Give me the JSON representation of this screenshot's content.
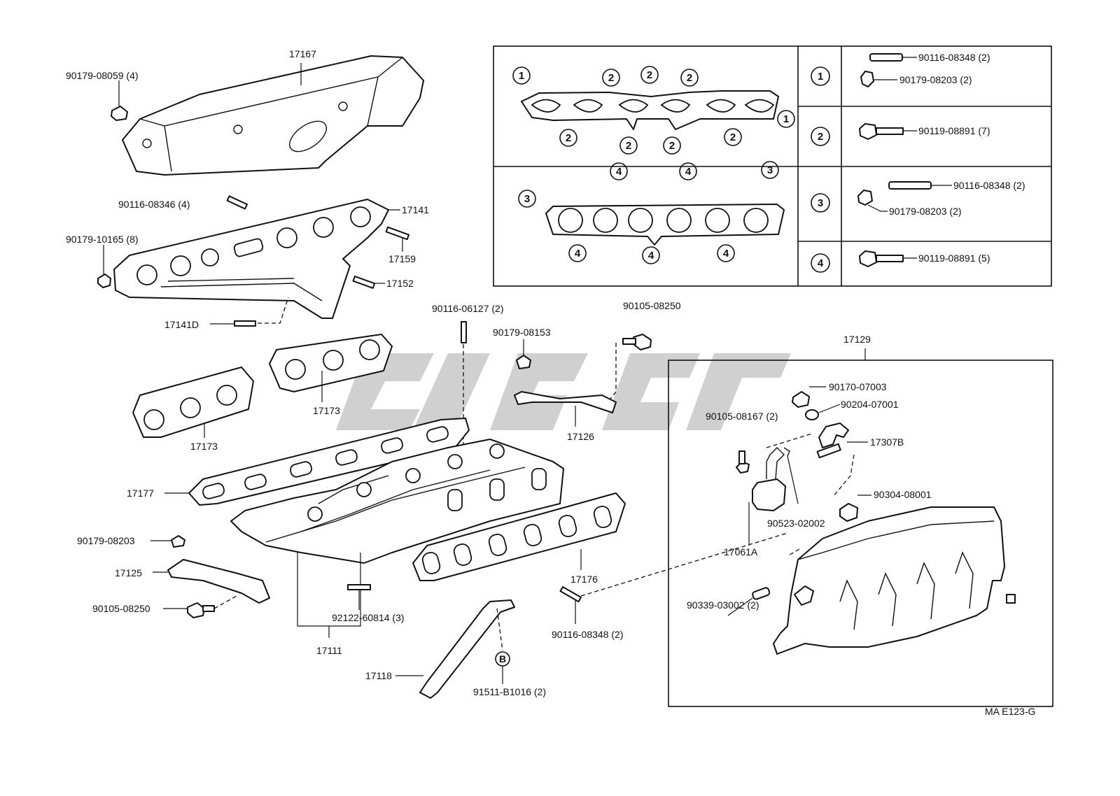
{
  "labels": {
    "p17167": "17167",
    "p90179_08059": "90179-08059 (4)",
    "p90116_08346": "90116-08346 (4)",
    "p17141": "17141",
    "p90179_10165": "90179-10165 (8)",
    "p17159": "17159",
    "p17152": "17152",
    "p17141D": "17141D",
    "p17173a": "17173",
    "p17173b": "17173",
    "p90116_06127": "90116-06127 (2)",
    "p90179_08153": "90179-08153",
    "p90105_08250_top": "90105-08250",
    "p17126": "17126",
    "p17129": "17129",
    "p90170_07003": "90170-07003",
    "p90204_07001": "90204-07001",
    "p90105_08167": "90105-08167 (2)",
    "p17307B": "17307B",
    "p90304_08001": "90304-08001",
    "p90523_02002": "90523-02002",
    "p17061A": "17061A",
    "p17177": "17177",
    "p90179_08203": "90179-08203",
    "p17125": "17125",
    "p90105_08250": "90105-08250",
    "p17176": "17176",
    "p92122_60814": "92122-60814 (3)",
    "p17111": "17111",
    "p17118": "17118",
    "p91511_B1016": "91511-B1016 (2)",
    "p90116_08348": "90116-08348 (2)",
    "p90339_03002": "90339-03002 (2)",
    "ref_code": "MA E123-G",
    "circle_b": "B"
  },
  "gasket_markers": {
    "one": "1",
    "two": "2",
    "three": "3",
    "four": "4"
  },
  "fastener_table": {
    "rows": [
      {
        "key": "1",
        "items": [
          "90116-08348 (2)",
          "90179-08203 (2)"
        ]
      },
      {
        "key": "2",
        "items": [
          "90119-08891 (7)"
        ]
      },
      {
        "key": "3",
        "items": [
          "90116-08348 (2)",
          "90179-08203 (2)"
        ]
      },
      {
        "key": "4",
        "items": [
          "90119-08891 (5)"
        ]
      }
    ]
  },
  "watermark_color": "#c8c8c8"
}
